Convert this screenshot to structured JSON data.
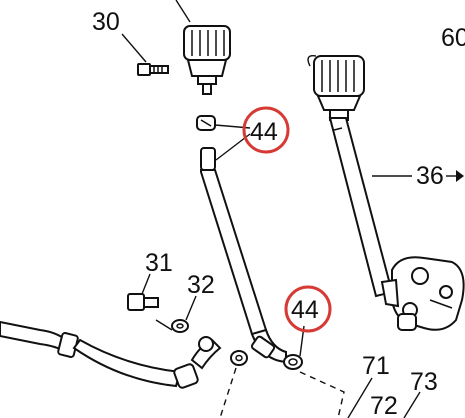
{
  "callouts": {
    "c30": "30",
    "c60": "60",
    "c44_top": "44",
    "c36": "36",
    "c31": "31",
    "c32": "32",
    "c44_bottom": "44",
    "c71": "71",
    "c72": "72",
    "c73": "73"
  },
  "colors": {
    "line": "#111111",
    "highlight": "#d63a34",
    "background": "#ffffff"
  },
  "icons": {
    "arrow": "arrow-right-icon"
  }
}
